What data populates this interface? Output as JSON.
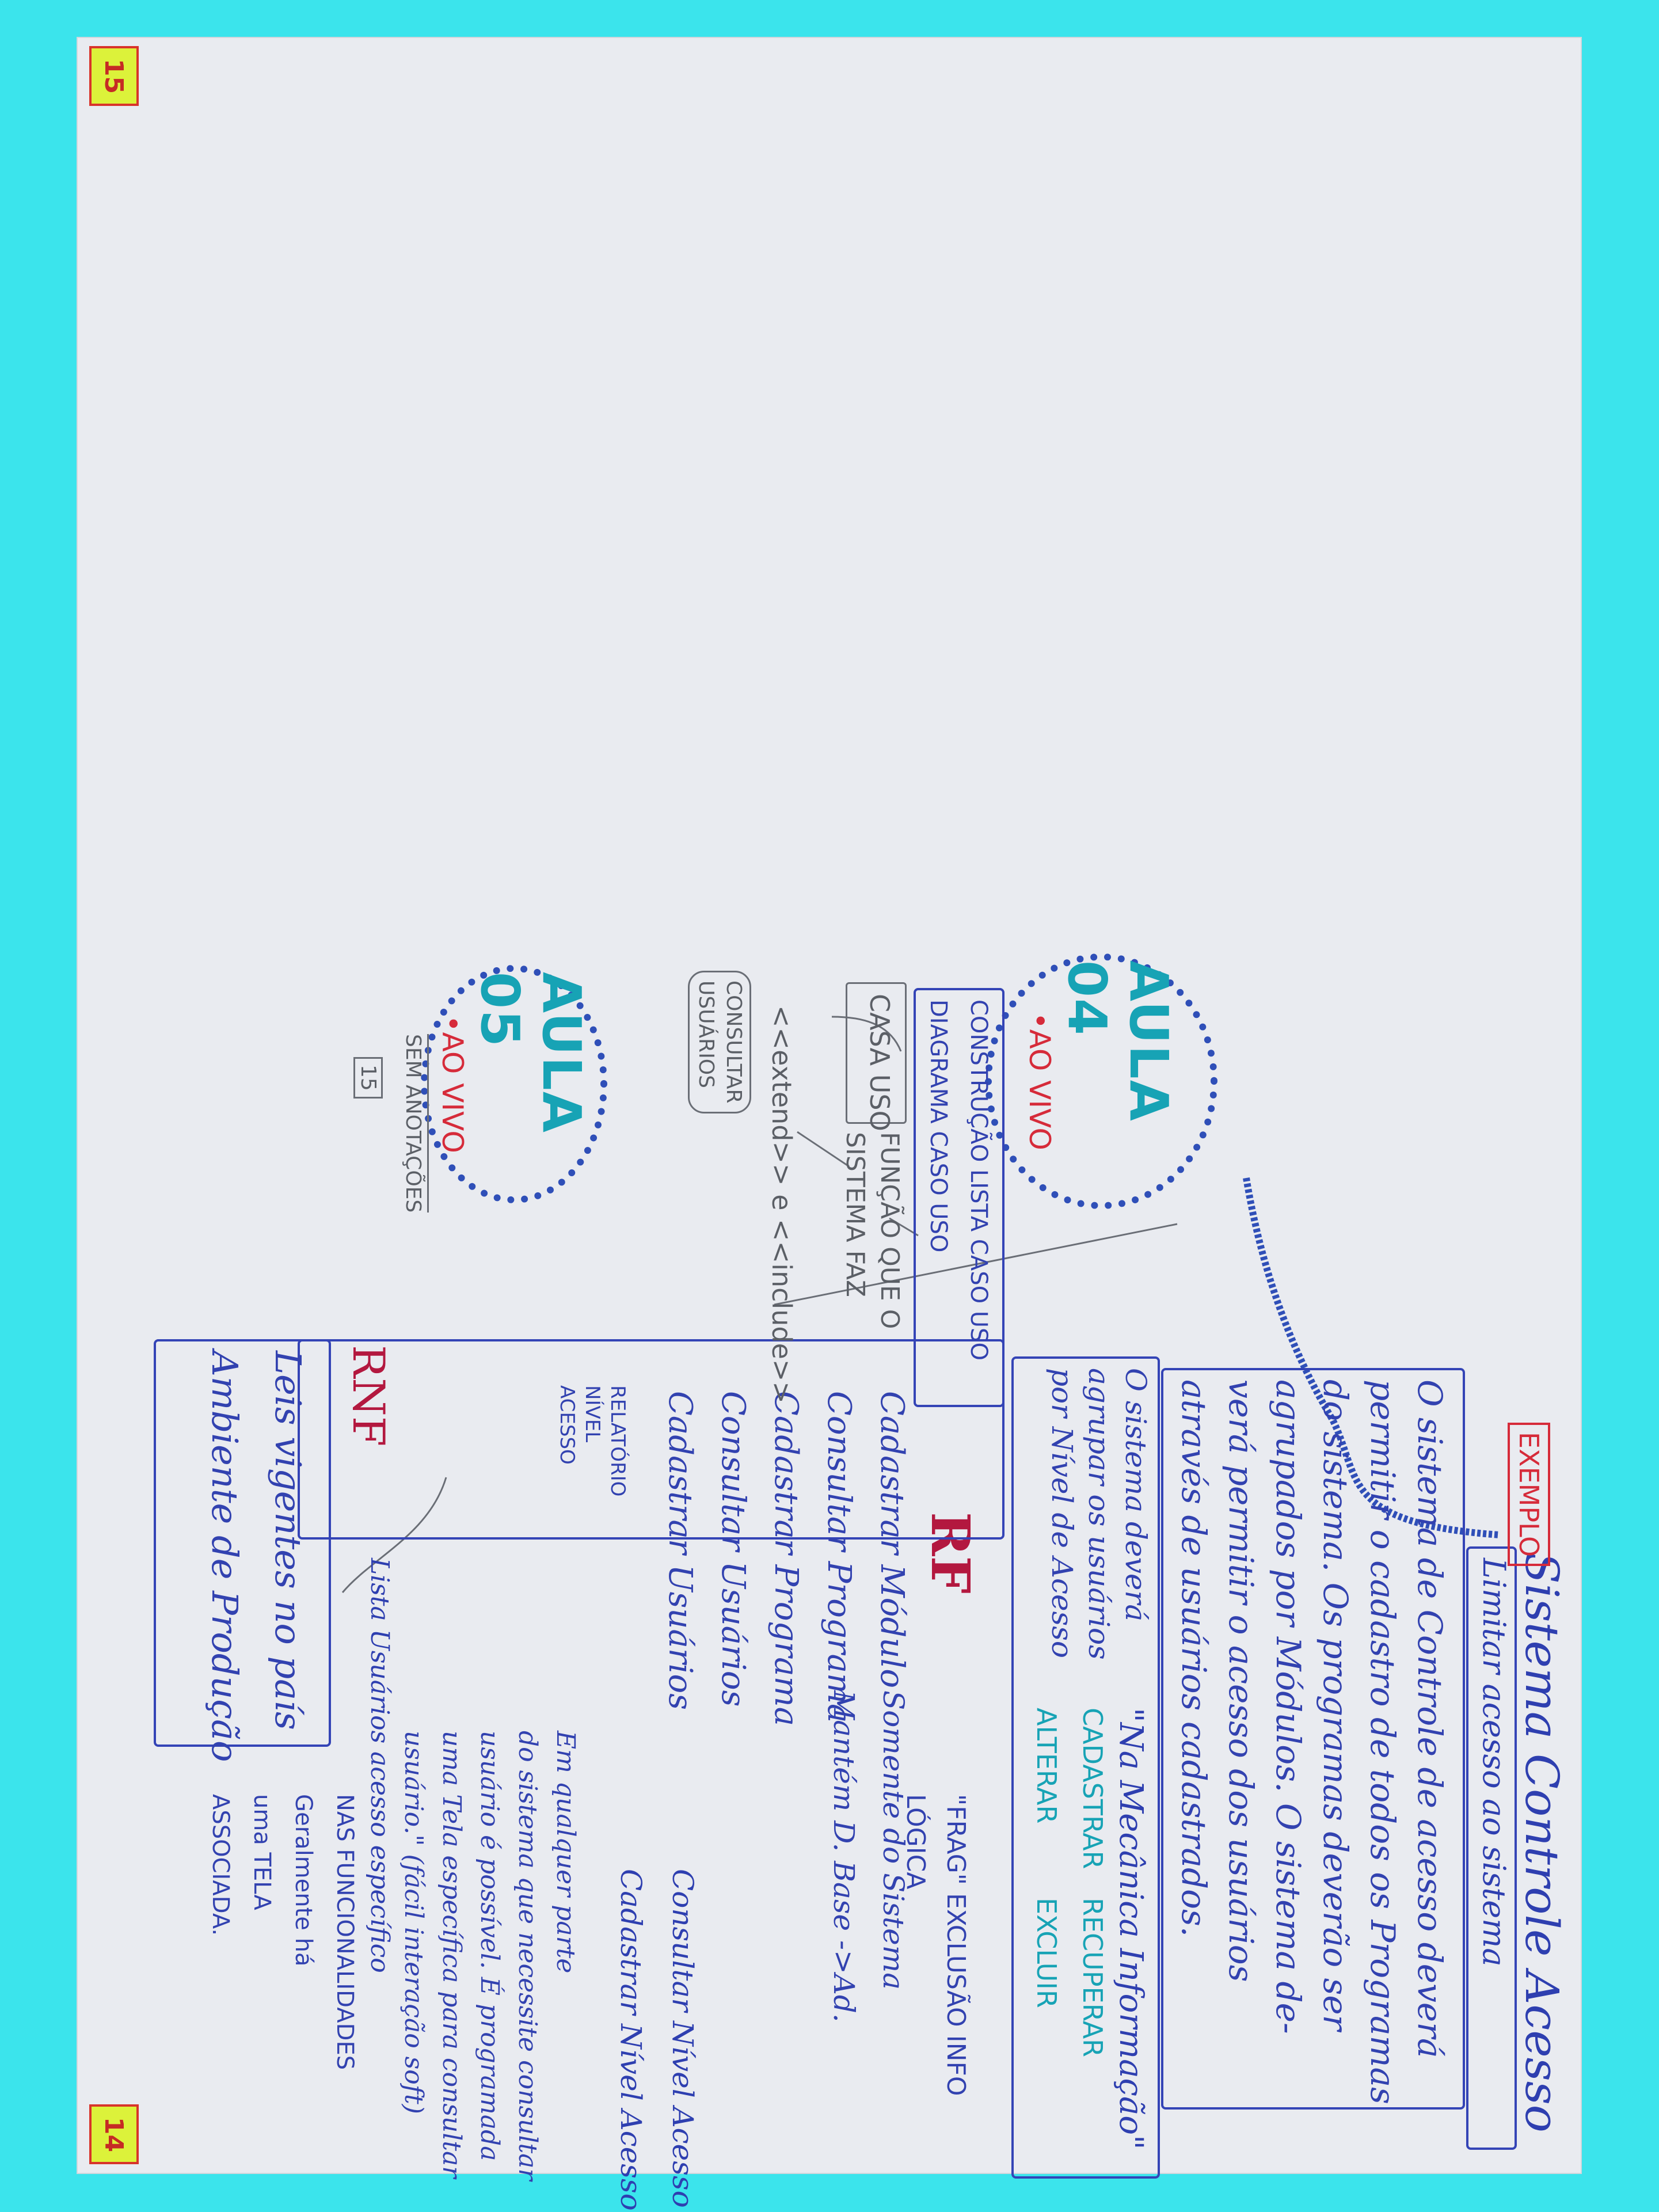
{
  "page_numbers": {
    "top": "15",
    "bottom": "14"
  },
  "title": "Sistema Controle Acesso",
  "subtitle": "Limitar acesso ao sistema",
  "example_label": "EXEMPLO",
  "description": [
    "O sistema de Controle de acesso deverá",
    "permitir o cadastro de todos os Programas",
    "do sistema. Os programas deverão ser",
    "agrupados por Módulos. O sistema de-",
    "verá permitir o acesso dos usuários",
    "através de usuários cadastrados."
  ],
  "info_left": [
    "O sistema deverá",
    "agrupar os usuários",
    "por Nível de Acesso"
  ],
  "info_quote": "\"Na Mecânica Informação\"",
  "crud": [
    "CADASTRAR",
    "RECUPERAR",
    "ALTERAR",
    "EXCLUIR"
  ],
  "rf": {
    "label": "RF",
    "items": [
      "Cadastrar Módulo",
      "Consultar Programa",
      "Cadastrar Programa",
      "Consultar Usuários",
      "Cadastrar Usuários"
    ],
    "side": [
      "Somente do Sistema",
      "Mantém D. Base ->Ad."
    ],
    "frag": [
      "\"FRAG\" EXCLUSÃO INFO",
      "LÓGICA"
    ],
    "consult_level": "Consultar Nível Acesso",
    "register_level": "Cadastrar Nível Acesso",
    "report": [
      "RELATÓRIO",
      "NÍVEL",
      "ACESSO"
    ],
    "report_text": [
      "Em qualquer parte",
      "do sistema que necessite consultar",
      "usuário é possível. É programada",
      "uma Tela específica para consultar",
      "usuário.\" (fácil interação soft)"
    ]
  },
  "rnf": {
    "label": "RNF",
    "items": [
      "Leis vigentes no país",
      "Ambiente de Produção"
    ],
    "list_users": "Lista Usuários acesso específico",
    "note": [
      "NAS FUNCIONALIDADES",
      "Geralmente há",
      "uma TELA",
      "ASSOCIADA."
    ]
  },
  "aula04": {
    "title": "AULA 04",
    "subtitle": "•AO VIVO",
    "items": [
      "CONSTRUÇÃO LISTA CASO USO",
      "DIAGRAMA CASO USO"
    ],
    "casouso": "CASA USO",
    "funcao": [
      "FUNÇÃO QUE O",
      "SISTEMA FAZ"
    ],
    "extend": "<<extend>> e <<include>>",
    "consultar": [
      "CONSULTAR",
      "USUÁRIOS"
    ]
  },
  "aula05": {
    "title": "AULA 05",
    "subtitle": "•AO VIVO",
    "note": "SEM ANOTAÇÕES",
    "box": "15"
  }
}
